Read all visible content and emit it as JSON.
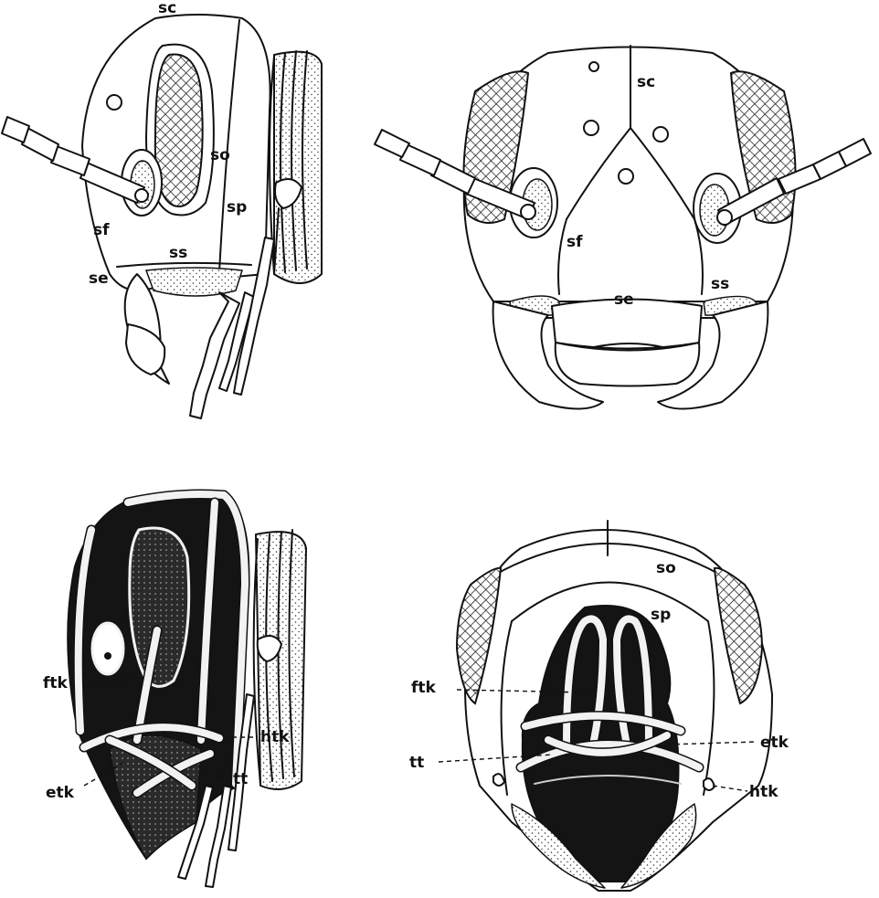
{
  "panels": {
    "top_left": {
      "labels": {
        "sc": "sc",
        "so": "so",
        "sp": "sp",
        "sf": "sf",
        "ss": "ss",
        "se": "se"
      }
    },
    "top_right": {
      "labels": {
        "sc": "sc",
        "sf": "sf",
        "se": "se",
        "ss": "ss"
      }
    },
    "bottom_left": {
      "labels": {
        "ftk": "ftk",
        "etk": "etk",
        "htk": "htk",
        "tt": "tt"
      }
    },
    "bottom_right": {
      "labels": {
        "so": "so",
        "sp": "sp",
        "ftk": "ftk",
        "tt": "tt",
        "etk": "etk",
        "htk": "htk"
      }
    }
  },
  "colors": {
    "ink": "#111111",
    "paper": "#ffffff",
    "sclerite_dark": "#141414"
  }
}
